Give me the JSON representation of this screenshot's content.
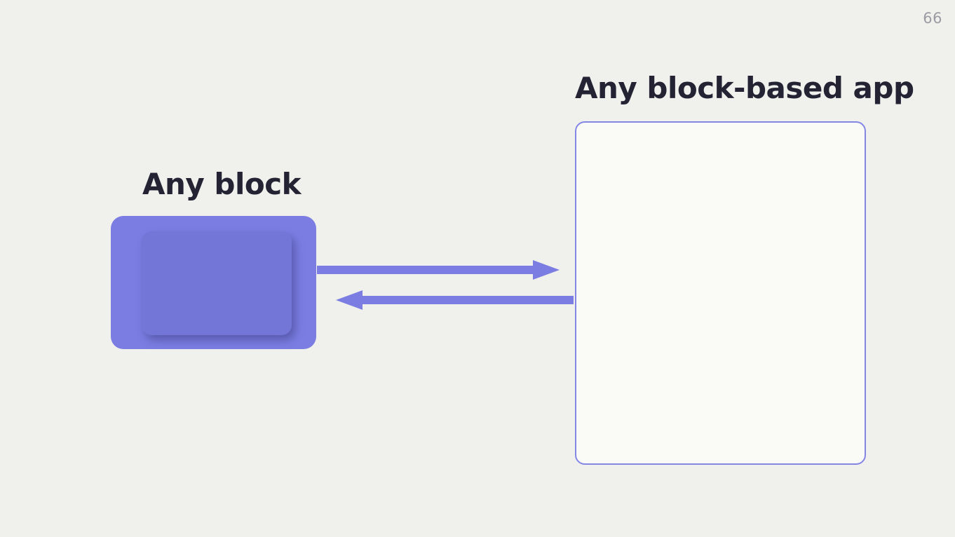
{
  "page_number": "66",
  "diagram": {
    "block_label": "Any block",
    "app_label": "Any block-based app"
  },
  "colors": {
    "background": "#f0f1ed",
    "accent": "#7b7de2",
    "outline": "#8486e6",
    "text": "#232334",
    "page-number": "#9b9ba3",
    "app-box-fill": "#fafbf7"
  }
}
